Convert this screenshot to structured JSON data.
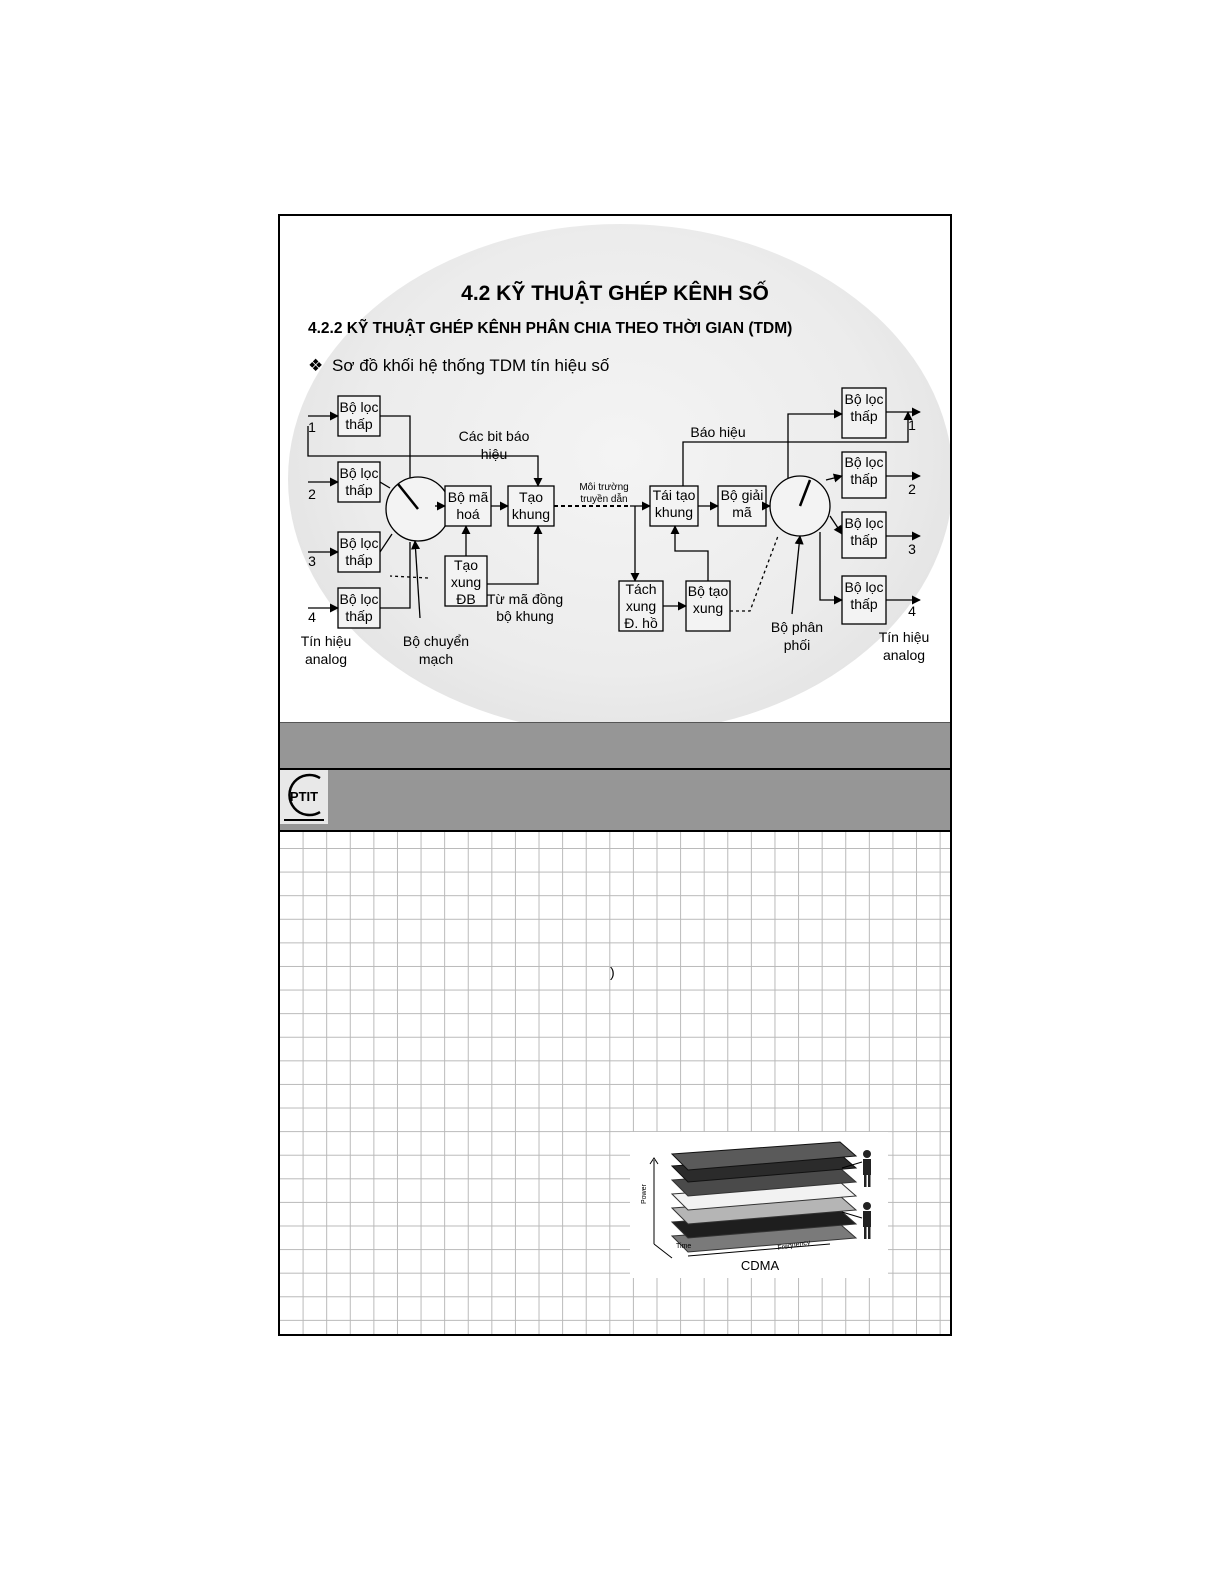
{
  "slide": {
    "title": "4.2 KỸ THUẬT GHÉP KÊNH SỐ",
    "subtitle": "4.2.2 KỸ THUẬT GHÉP KÊNH PHÂN CHIA THEO THỜI GIAN (TDM)",
    "bullet_mark": "❖",
    "bullet_text": "Sơ đồ khối hệ thống TDM tín hiệu số"
  },
  "diagram": {
    "lpf_line1": "Bộ lọc",
    "lpf_line2": "thấp",
    "in_ch1": "1",
    "in_ch2": "2",
    "in_ch3": "3",
    "in_ch4": "4",
    "out_ch1": "1",
    "out_ch2": "2",
    "out_ch3": "3",
    "out_ch4": "4",
    "signal_line1": "Tín hiệu",
    "signal_line2": "analog",
    "switch_line1": "Bộ chuyển",
    "switch_line2": "mạch",
    "encoder_line1": "Bộ mã",
    "encoder_line2": "hoá",
    "framer_line1": "Tạo",
    "framer_line2": "khung",
    "sync_gen_line1": "Tạo",
    "sync_gen_line2": "xung",
    "sync_gen_line3": "ĐB",
    "bits_line1": "Các bit báo",
    "bits_line2": "hiệu",
    "sync_word_line1": "Từ mã đồng",
    "sync_word_line2": "bộ khung",
    "medium_line1": "Môi trường",
    "medium_line2": "truyền dẫn",
    "deframer_line1": "Tái tạo",
    "deframer_line2": "khung",
    "decoder_line1": "Bộ giải",
    "decoder_line2": "mã",
    "clock_line1": "Tách",
    "clock_line2": "xung",
    "clock_line3": "Đ. hồ",
    "pulse_line1": "Bộ tạo",
    "pulse_line2": "xung",
    "signaling": "Báo hiệu",
    "distributor_line1": "Bộ phân",
    "distributor_line2": "phối"
  },
  "logo_text": "PTIT",
  "stray_text": ")",
  "cdma": {
    "caption": "CDMA",
    "axis_power": "Power",
    "axis_time": "Time",
    "axis_frequency": "Frequency"
  }
}
